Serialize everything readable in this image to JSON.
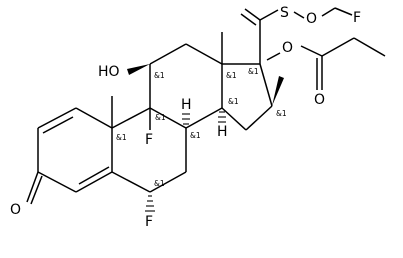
{
  "molecule": {
    "atoms": {
      "ho": "HO",
      "o_ester": "O",
      "s": "S",
      "o_s": "O",
      "f_end": "F",
      "o_carbonyl_side": "O",
      "f9": "F",
      "h8": "H",
      "h14": "H",
      "o_ketone": "O",
      "f6": "F"
    },
    "stereo_tags": {
      "c11": "&1",
      "c13": "&1",
      "c17": "&1",
      "c16": "&1",
      "c10": "&1",
      "c9": "&1",
      "c8": "&1",
      "c14": "&1",
      "c6": "&1"
    }
  }
}
